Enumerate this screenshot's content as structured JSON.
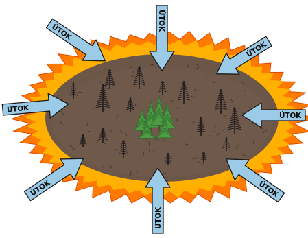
{
  "diagram": {
    "arrow_label": "ÚTOK",
    "arrows": [
      {
        "id": "top",
        "label": "ÚTOK"
      },
      {
        "id": "top-left",
        "label": "ÚTOK"
      },
      {
        "id": "top-right",
        "label": "ÚTOK"
      },
      {
        "id": "left",
        "label": "ÚTOK"
      },
      {
        "id": "right",
        "label": "ÚTOK"
      },
      {
        "id": "bottom-left",
        "label": "ÚTOK"
      },
      {
        "id": "bottom",
        "label": "ÚTOK"
      },
      {
        "id": "bottom-right",
        "label": "ÚTOK"
      }
    ],
    "colors": {
      "arrow_fill": "#9ccbe8",
      "arrow_stroke": "#1a1a1a",
      "ground": "#6b5648",
      "fire_outer": "#ff7a00",
      "fire_inner": "#ffd21a",
      "green_trees": "#3e8a3a",
      "burnt_trees": "#1f1c20"
    }
  }
}
